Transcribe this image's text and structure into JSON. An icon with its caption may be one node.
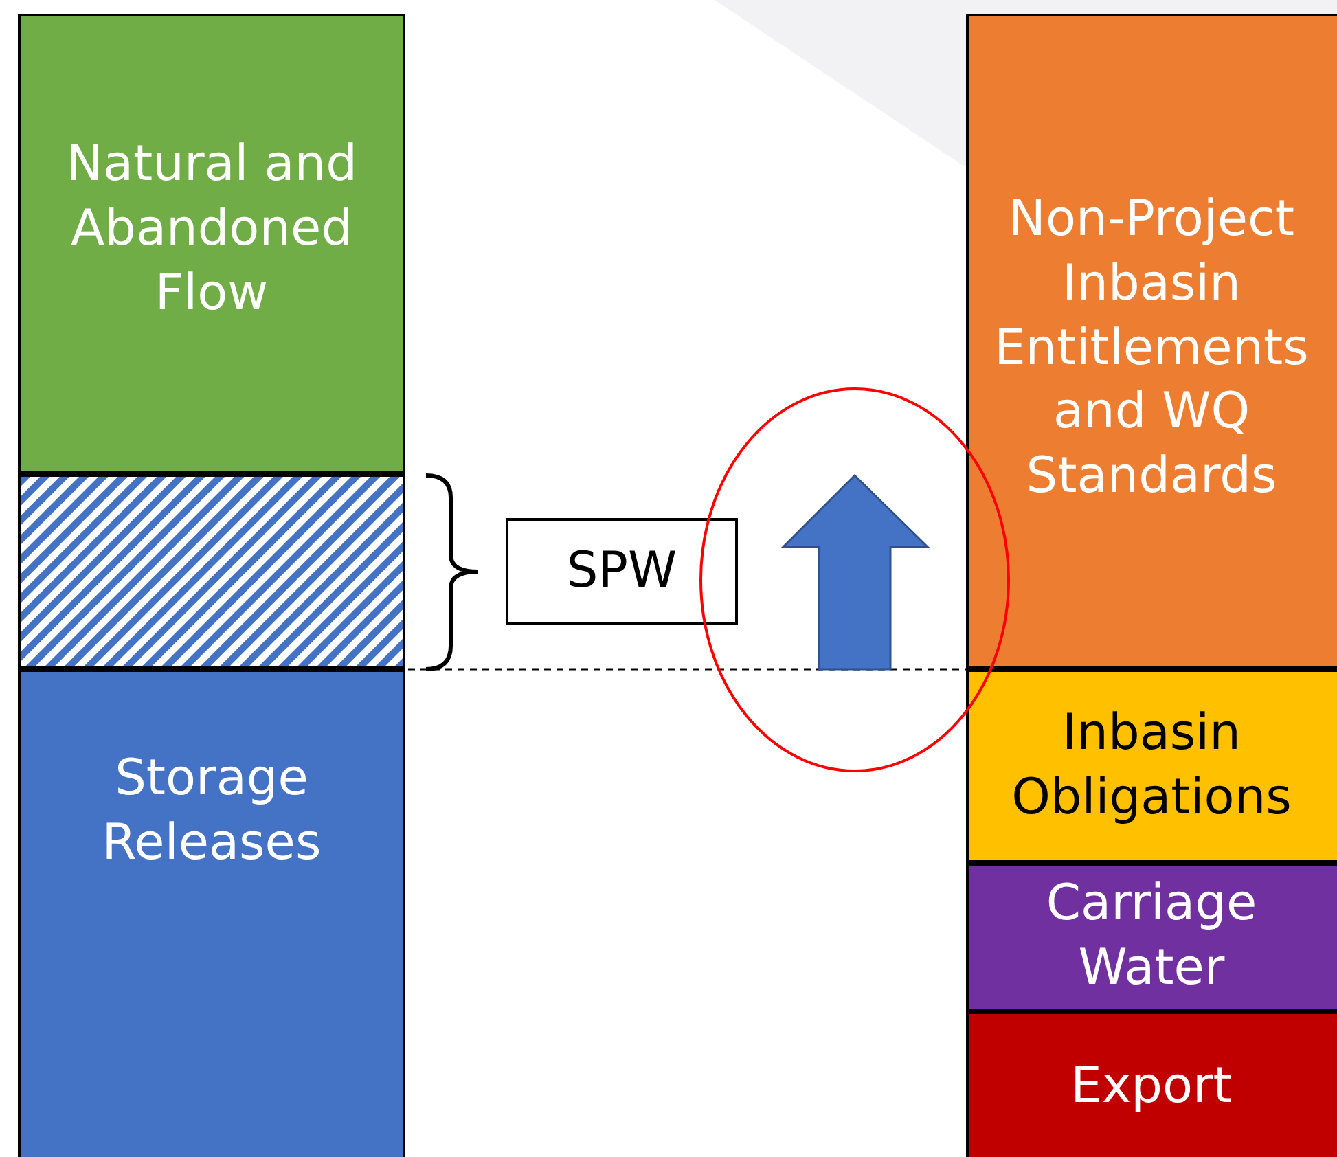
{
  "diagram": {
    "nodes": [
      {
        "text": [
          "Natural and Abandoned Flow"
        ]
      },
      {
        "text": [],
        "shape": "bar"
      },
      {
        "text": [
          "Storage Releases"
        ]
      },
      {
        "text": [
          "SPW"
        ]
      },
      {
        "text": [
          "Non-Project Inbasin Entitlements and WQ Standards"
        ]
      },
      {
        "text": [
          "Inbasin Obligations"
        ]
      },
      {
        "text": [
          "Carriage Water"
        ]
      },
      {
        "text": [
          "Export"
        ]
      }
    ]
  }
}
